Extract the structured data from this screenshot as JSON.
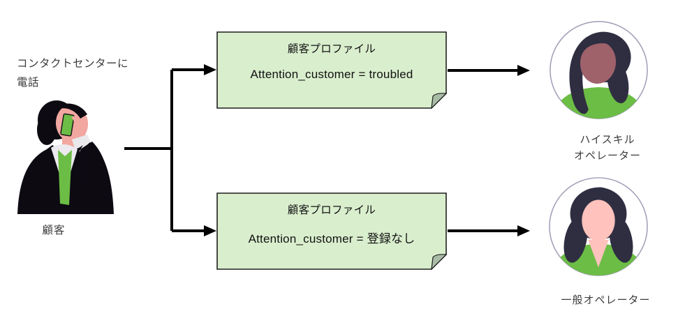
{
  "customer": {
    "caption_lines": [
      "コンタクトセンターに",
      "電話"
    ],
    "label": "顧客"
  },
  "notes": [
    {
      "title": "顧客プロファイル",
      "body": "Attention_customer = troubled"
    },
    {
      "title": "顧客プロファイル",
      "body": "Attention_customer = 登録なし"
    }
  ],
  "operators": [
    {
      "lines": [
        "ハイスキル",
        "オペレーター"
      ]
    },
    {
      "lines": [
        "一般オペレーター"
      ]
    }
  ],
  "icons": {
    "customer": "man-in-suit-talking-on-phone-illustration",
    "operator_high_skill": "woman-avatar-side-ponytail",
    "operator_general": "woman-avatar-wavy-hair",
    "note_shape": "folded-corner-note",
    "connector": "right-angle-arrow-connectors"
  },
  "colors": {
    "note_fill": "#d9eecd",
    "note_border": "#1f1f1f",
    "note_fold": "#a9bda6",
    "arrow": "#000000",
    "accent_green": "#6cbd45",
    "hair_dark": "#2f2e41",
    "suit_black": "#0d0a12",
    "skin_light": "#f2a7a0",
    "skin_brown": "#9f616a",
    "skin_pink": "#ffc2bc",
    "avatar_ring": "#9e9bb5",
    "text": "#3b3b3b"
  }
}
